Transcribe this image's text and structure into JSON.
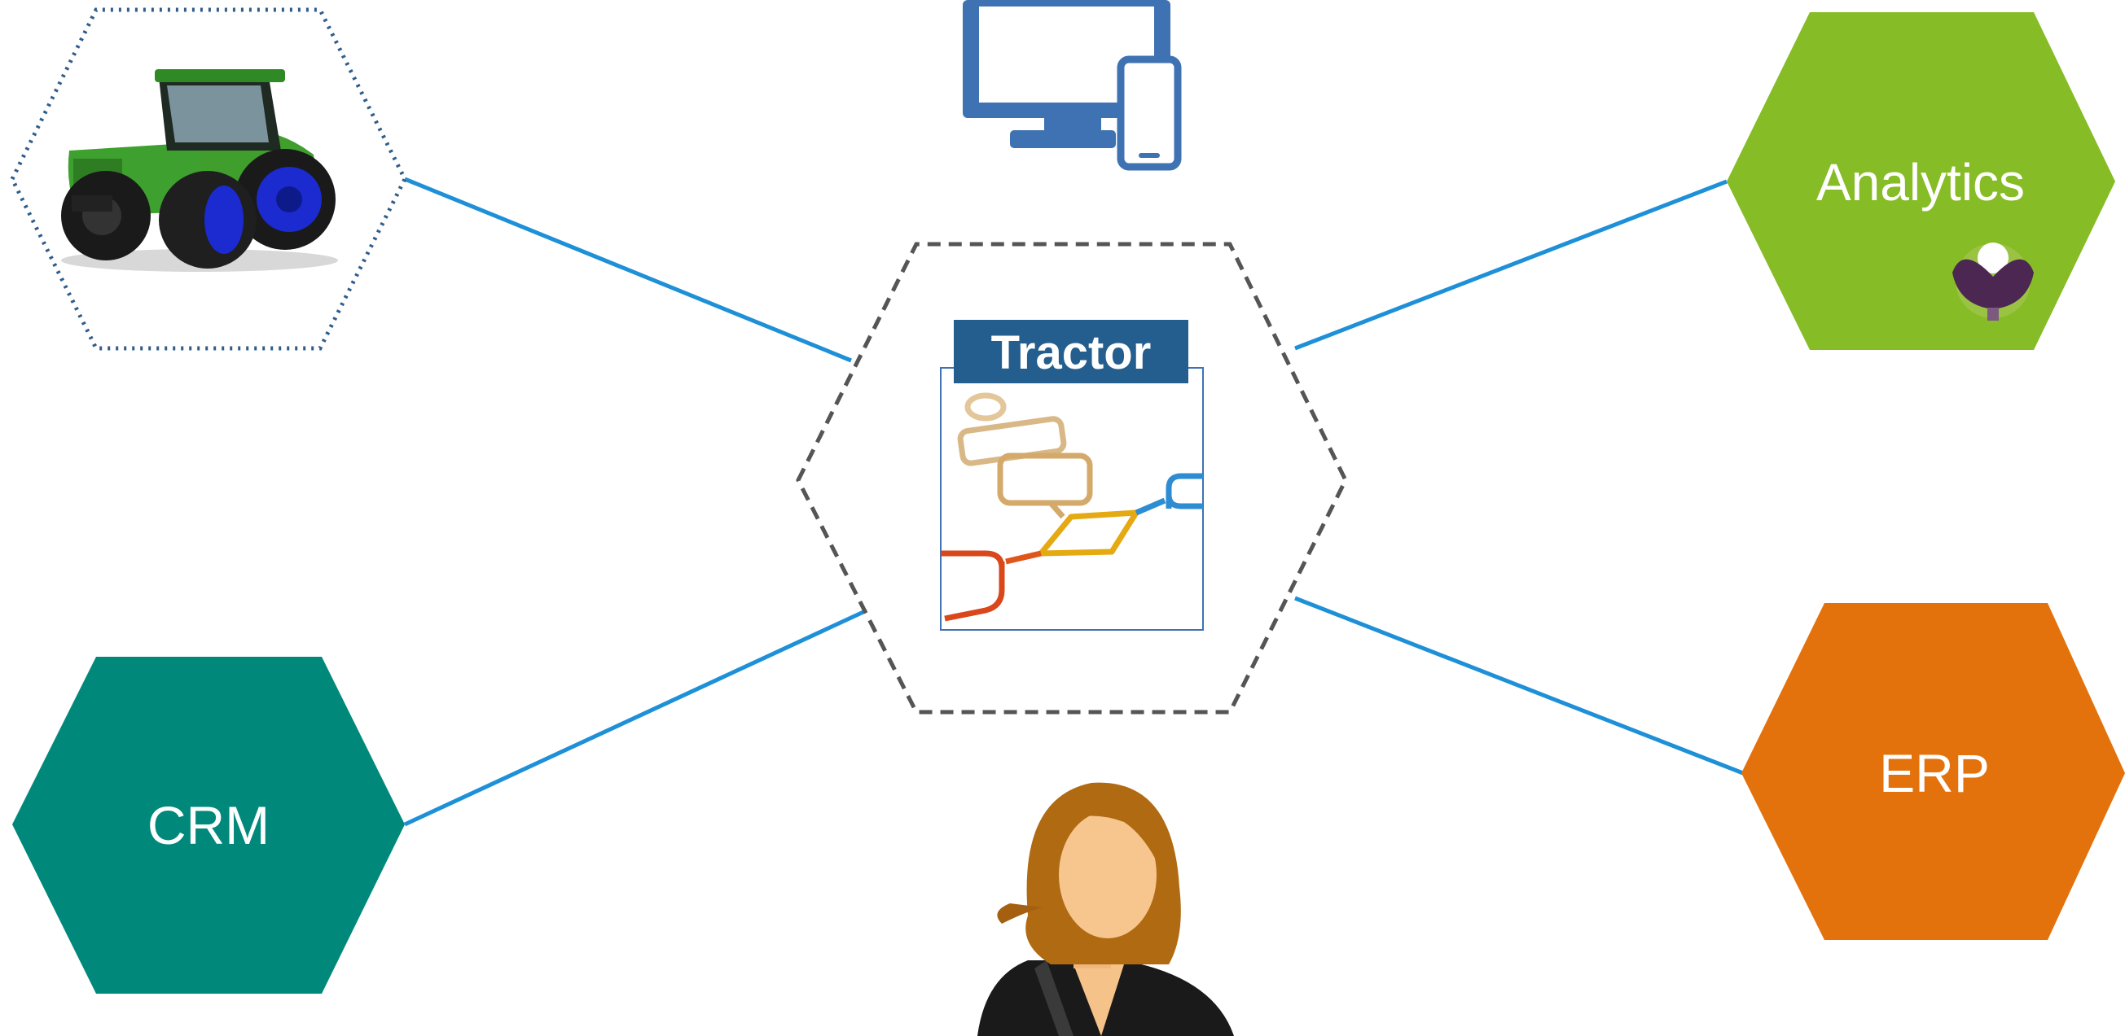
{
  "center": {
    "title": "Tractor"
  },
  "nodes": {
    "analytics": {
      "label": "Analytics",
      "color": "#86BC25"
    },
    "crm": {
      "label": "CRM",
      "color": "#00897B"
    },
    "erp": {
      "label": "ERP",
      "color": "#E3720D"
    }
  },
  "connector_color": "#1E90D8",
  "icons": {
    "tractor": "tractor-photo",
    "devices": "monitor-phone-icon",
    "person": "user-avatar-icon",
    "analytics_logo": "purple-bird-logo"
  }
}
